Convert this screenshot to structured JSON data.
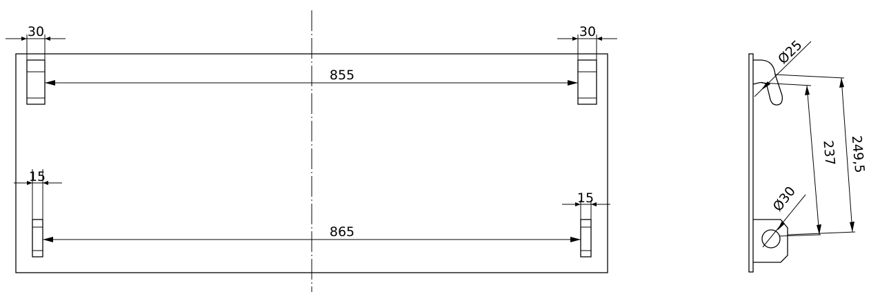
{
  "front_view": {
    "dimensions": {
      "top_left_width": "30",
      "top_right_width": "30",
      "top_span": "855",
      "bottom_left_width": "15",
      "bottom_right_width": "15",
      "bottom_span": "865"
    }
  },
  "side_view": {
    "dimensions": {
      "upper_hole_diameter": "Ø25",
      "lower_hole_diameter": "Ø30",
      "inner_distance": "237",
      "outer_distance": "249,5"
    }
  }
}
